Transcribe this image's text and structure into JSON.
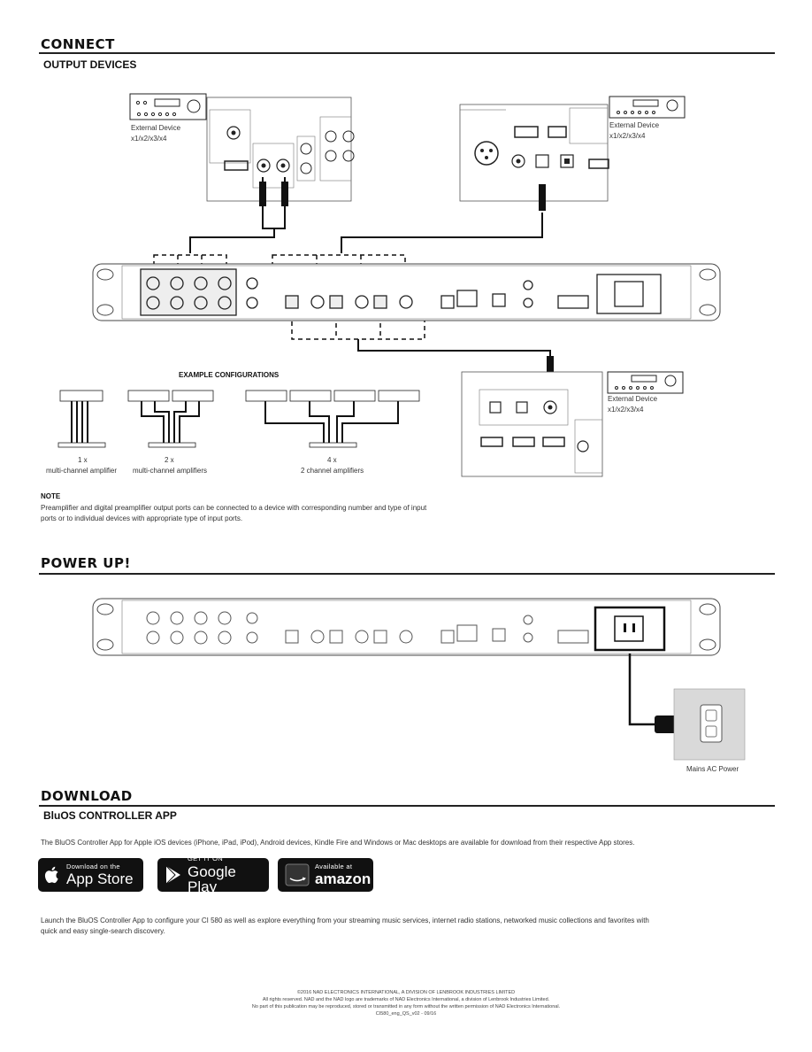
{
  "connect": {
    "heading": "CONNECT",
    "subheading": "OUTPUT DEVICES",
    "external_device_label": "External Device",
    "external_device_count": "x1/x2/x3/x4",
    "example_configurations": {
      "title": "EXAMPLE CONFIGURATIONS",
      "items": [
        {
          "count": "1 x",
          "desc": "multi-channel amplifier"
        },
        {
          "count": "2 x",
          "desc": "multi-channel amplifiers"
        },
        {
          "count": "4 x",
          "desc": "2 channel amplifiers"
        }
      ]
    },
    "note": {
      "title": "NOTE",
      "text_line1": "Preamplifier and digital preamplifier output ports can be connected to a device with corresponding number and type of input",
      "text_line2": "ports or to individual devices with appropriate type of input ports."
    }
  },
  "power": {
    "heading": "POWER UP!",
    "mains_label": "Mains AC Power"
  },
  "download": {
    "heading": "DOWNLOAD",
    "subheading": "BluOS CONTROLLER APP",
    "intro": "The BluOS Controller App for Apple iOS devices (iPhone, iPad, iPod), Android devices, Kindle Fire and Windows or Mac desktops are available for download from their respective App stores.",
    "stores": [
      {
        "top": "Download on the",
        "name": "App Store",
        "icon": "apple-icon"
      },
      {
        "top": "GET IT ON",
        "name": "Google Play",
        "icon": "google-play-icon"
      },
      {
        "top": "Available at",
        "name": "amazon",
        "icon": "amazon-icon"
      }
    ],
    "outro_line1": "Launch the BluOS Controller App to configure your CI 580 as well as explore everything from your streaming music services, internet radio stations, networked music collections and favorites with",
    "outro_line2": "quick and easy single-search discovery."
  },
  "footer": {
    "line1": "©2016 NAD ELECTRONICS INTERNATIONAL, A DIVISION OF LENBROOK INDUSTRIES LIMITED",
    "line2": "All rights reserved. NAD and the NAD logo are trademarks of NAD Electronics International, a division of Lenbrook Industries Limited.",
    "line3": "No part of this publication may be reproduced, stored or transmitted in any form without the written permission of NAD Electronics International.",
    "line4": "CI580_eng_QS_v02 - 09/16"
  }
}
